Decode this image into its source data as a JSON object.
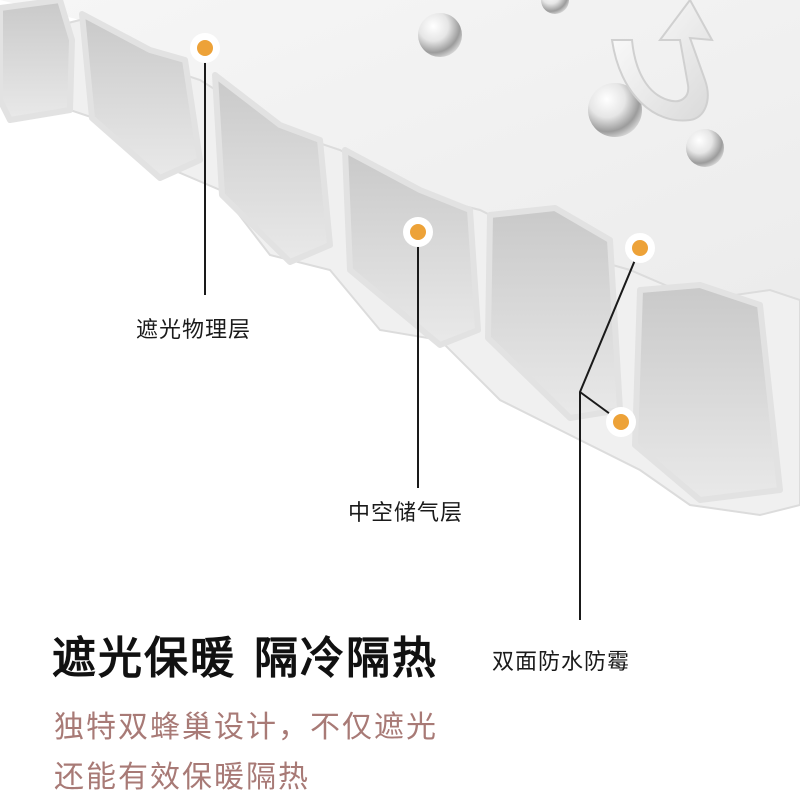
{
  "callouts": {
    "shading_layer": "遮光物理层",
    "air_layer": "中空储气层",
    "waterproof": "双面防水防霉"
  },
  "headline": {
    "part1": "遮光保暖",
    "part2": "隔冷隔热"
  },
  "description": {
    "line1": "独特双蜂巢设计，不仅遮光",
    "line2": "还能有效保暖隔热"
  },
  "colors": {
    "marker_fill": "#eda238",
    "description_text": "#a87a76",
    "headline_text": "#111111",
    "shade_light": "#f2f2f2",
    "shade_dark": "#d6d6d6"
  },
  "icons": [
    "water-droplet-icon",
    "curved-arrow-icon",
    "marker-dot-icon"
  ]
}
